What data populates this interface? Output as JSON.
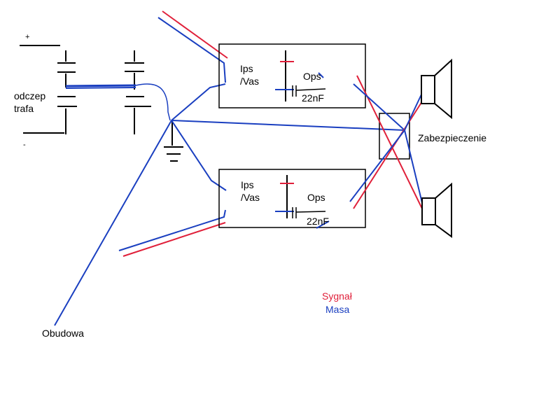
{
  "diagram": {
    "power": {
      "plus_label": "+",
      "minus_label": "-",
      "tap_label_line1": "odczep",
      "tap_label_line2": "trafa"
    },
    "amp_top": {
      "ips_line1": "Ips",
      "ips_line2": "/Vas",
      "ops_label": "Ops",
      "cap_label": "22nF"
    },
    "amp_bottom": {
      "ips_line1": "Ips",
      "ips_line2": "/Vas",
      "ops_label": "Ops",
      "cap_label": "22nF"
    },
    "protection_label": "Zabezpieczenie",
    "chassis_label": "Obudowa",
    "legend": {
      "signal_label": "Sygnał",
      "ground_label": "Masa",
      "signal_color": "#e0203a",
      "ground_color": "#1a3fc0"
    }
  }
}
